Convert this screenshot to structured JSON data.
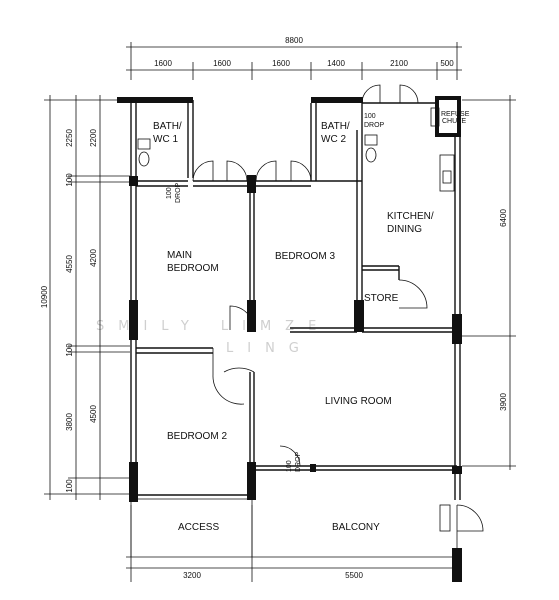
{
  "dimensions": {
    "top_total": "8800",
    "top_segments": [
      "1600",
      "1600",
      "1600",
      "1400",
      "2100",
      "500"
    ],
    "left_total": "10900",
    "left_outer": [
      "2250",
      "100",
      "4550",
      "100",
      "3800",
      "100"
    ],
    "left_inner": [
      "2200",
      "4200",
      "4500"
    ],
    "right": [
      "6400",
      "3900"
    ],
    "bottom": [
      "3200",
      "5500"
    ]
  },
  "rooms": {
    "bath_wc_1": [
      "BATH/",
      "WC 1"
    ],
    "bath_wc_2": [
      "BATH/",
      "WC 2"
    ],
    "main_bedroom": [
      "MAIN",
      "BEDROOM"
    ],
    "bedroom_3": "BEDROOM 3",
    "kitchen_dining": [
      "KITCHEN/",
      "DINING"
    ],
    "store": "STORE",
    "living_room": "LIVING ROOM",
    "bedroom_2": "BEDROOM 2",
    "access": "ACCESS",
    "balcony": "BALCONY",
    "refuse_chute": [
      "REFUSE",
      "CHUTE"
    ]
  },
  "drops": {
    "drop_1": [
      "100",
      "DROP"
    ],
    "drop_2": [
      "100",
      "DROP"
    ],
    "drop_3": [
      "100",
      "DROP"
    ]
  },
  "watermark": [
    "SMILY  LIMZE",
    "LING"
  ]
}
